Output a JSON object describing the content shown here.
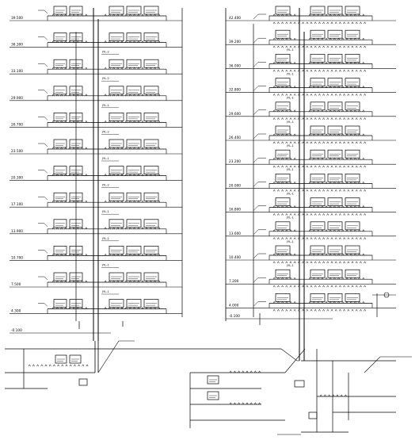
{
  "diagram": {
    "left_riser": {
      "floor_labels": [
        "39.500",
        "36.300",
        "33.100",
        "29.900",
        "26.700",
        "23.500",
        "20.300",
        "17.100",
        "13.900",
        "10.700",
        "7.500",
        "4.300"
      ],
      "riser_tags": [
        "JYL-2",
        "JYL-2",
        "JYL-1",
        "JYL-2",
        "JYL-1",
        "JYL-2",
        "JYL-1",
        "JYL-2",
        "JYL-1",
        "JYL-1"
      ],
      "bottom_label": "-0.100"
    },
    "right_riser": {
      "floor_labels": [
        "42.400",
        "39.200",
        "36.000",
        "32.800",
        "29.600",
        "26.400",
        "23.200",
        "20.000",
        "16.800",
        "13.600",
        "10.400",
        "7.200",
        "4.000"
      ],
      "riser_tags": [
        "JYL-1",
        "JYL-1",
        "JYL-1",
        "JYL-1",
        "JYL-1",
        "JYL-1",
        "JYL-1",
        "JYL-1",
        "JYL-1",
        "JYL-1"
      ],
      "bottom_label": "-0.100"
    },
    "line_color": "#000000",
    "background": "#ffffff"
  }
}
